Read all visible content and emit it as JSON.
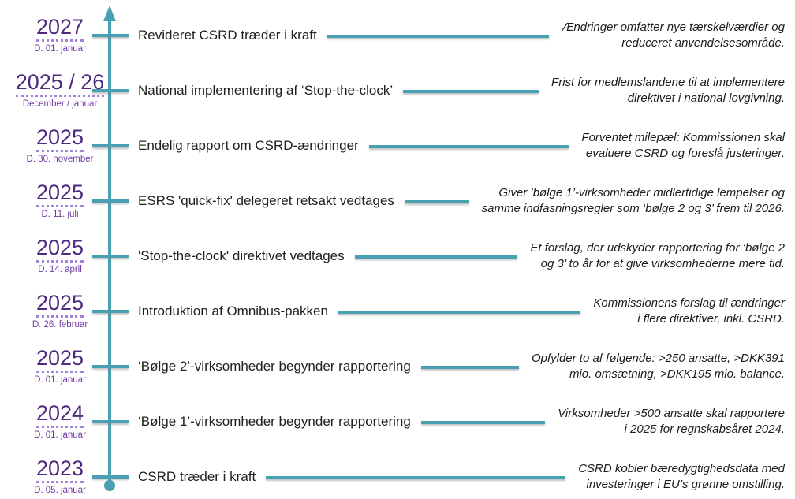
{
  "timeline": {
    "colors": {
      "axis_teal": "#49A0B2",
      "year_purple": "#4E2B7E",
      "date_purple": "#7139A3",
      "dotted_underline_purple": "#A183DB",
      "title_text": "#202020",
      "description_text": "#1C1C1C"
    },
    "axis": {
      "direction": "vertical",
      "arrow": "up",
      "end_marker": "circle"
    },
    "events": [
      {
        "year": "2027",
        "date": "D. 01. januar",
        "title": "Revideret CSRD træder i kraft",
        "description": "Ændringer omfatter nye tærskelværdier og\nreduceret anvendelsesområde."
      },
      {
        "year": "2025 / 26",
        "date": "December / januar",
        "title": "National implementering af ‘Stop-the-clock’",
        "description": "Frist for medlemslandene til at implementere\ndirektivet i national lovgivning."
      },
      {
        "year": "2025",
        "date": "D. 30. november",
        "title": "Endelig rapport om CSRD-ændringer",
        "description": "Forventet milepæl: Kommissionen skal\nevaluere CSRD og foreslå justeringer."
      },
      {
        "year": "2025",
        "date": "D. 11. juli",
        "title": "ESRS 'quick-fix' delegeret retsakt vedtages",
        "description": "Giver ’bølge 1’-virksomheder midlertidige lempelser og\nsamme indfasningsregler som ‘bølge 2 og 3’ frem til 2026."
      },
      {
        "year": "2025",
        "date": "D. 14. april",
        "title": "'Stop-the-clock' direktivet vedtages",
        "description": "Et forslag, der udskyder rapportering for ‘bølge 2\nog 3’ to år for at give virksomhederne mere tid."
      },
      {
        "year": "2025",
        "date": "D. 26. februar",
        "title": "Introduktion af Omnibus-pakken",
        "description": "Kommissionens forslag til ændringer\ni flere direktiver, inkl. CSRD."
      },
      {
        "year": "2025",
        "date": "D. 01. januar",
        "title": "‘Bølge 2’-virksomheder begynder rapportering",
        "description": "Opfylder to af følgende: >250 ansatte, >DKK391\nmio. omsætning, >DKK195 mio. balance."
      },
      {
        "year": "2024",
        "date": "D. 01. januar",
        "title": "‘Bølge 1’-virksomheder begynder rapportering",
        "description": "Virksomheder >500 ansatte skal rapportere\ni 2025 for regnskabsåret 2024."
      },
      {
        "year": "2023",
        "date": "D. 05. januar",
        "title": "CSRD træder i kraft",
        "description": "CSRD kobler bæredygtighedsdata med\ninvesteringer i EU’s grønne omstilling."
      }
    ]
  }
}
